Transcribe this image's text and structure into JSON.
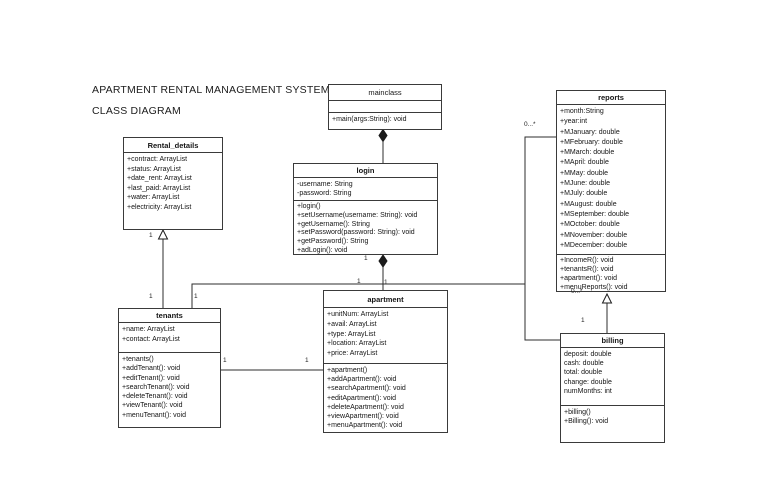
{
  "page": {
    "title_line1": "APARTMENT RENTAL MANAGEMENT SYSTEM",
    "title_line2": "CLASS DIAGRAM"
  },
  "classes": {
    "mainclass": {
      "name": "mainclass",
      "attributes": [],
      "methods": [
        "+main(args:String): void"
      ]
    },
    "rental_details": {
      "name": "Rental_details",
      "attributes": [
        "+contract: ArrayList",
        "+status: ArrayList",
        "+date_rent: ArrayList",
        "+last_paid: ArrayList",
        "+water: ArrayList",
        "+electricity: ArrayList"
      ],
      "methods": []
    },
    "login": {
      "name": "login",
      "attributes": [
        "-username: String",
        "-password: String"
      ],
      "methods": [
        "+login()",
        "+setUsername(username: String): void",
        "+getUsername(): String",
        "+setPassword(password: String): void",
        "+getPassword(): String",
        "+adLogin(): void"
      ]
    },
    "reports": {
      "name": "reports",
      "attributes": [
        "+month:String",
        "+year:int",
        "+MJanuary: double",
        "+MFebruary: double",
        "+MMarch: double",
        "+MApril: double",
        "+MMay: double",
        "+MJune: double",
        "+MJuly: double",
        "+MAugust: double",
        "+MSeptember: double",
        "+MOctober: double",
        "+MNovember: double",
        "+MDecember: double"
      ],
      "methods": [
        "+IncomeR(): void",
        "+tenantsR(): void",
        "+apartment(): void",
        "+menuReports(): void"
      ]
    },
    "tenants": {
      "name": "tenants",
      "attributes": [
        "+name: ArrayList",
        "+contact: ArrayList"
      ],
      "methods": [
        "+tenants()",
        "+addTenant(): void",
        "+editTenant(): void",
        "+searchTenant(): void",
        "+deleteTenant(): void",
        "+viewTenant(): void",
        "+menuTenant(): void"
      ]
    },
    "apartment": {
      "name": "apartment",
      "attributes": [
        "+unitNum: ArrayList",
        "+avail: ArrayList",
        "+type: ArrayList",
        "+location: ArrayList",
        "+price: ArrayList"
      ],
      "methods": [
        "+apartment()",
        "+addApartment(): void",
        "+searchApartment(): void",
        "+editApartment(): void",
        "+deleteApartment(): void",
        "+viewApartment(): void",
        "+menuApartment(): void"
      ]
    },
    "billing": {
      "name": "billing",
      "attributes": [
        "deposit: double",
        "cash: double",
        "total: double",
        "change: double",
        "numMonths: int"
      ],
      "methods": [
        "+billing()",
        "+Billing(): void"
      ]
    }
  },
  "multiplicities": [
    "1",
    "1",
    "1",
    "1",
    "1",
    "1",
    "1",
    "1",
    "0...*",
    "0...*",
    "1"
  ]
}
